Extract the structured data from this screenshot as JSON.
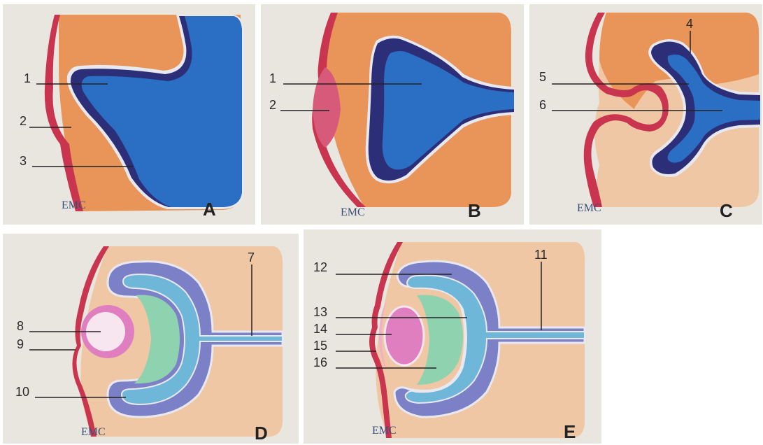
{
  "panels": [
    {
      "id": "A",
      "letter": "A",
      "logo": "EMC",
      "labels": [
        "1",
        "2",
        "3"
      ]
    },
    {
      "id": "B",
      "letter": "B",
      "logo": "EMC",
      "labels": [
        "1",
        "2"
      ]
    },
    {
      "id": "C",
      "letter": "C",
      "logo": "EMC",
      "labels": [
        "4",
        "5",
        "6"
      ]
    },
    {
      "id": "D",
      "letter": "D",
      "logo": "EMC",
      "labels": [
        "7",
        "8",
        "9",
        "10"
      ]
    },
    {
      "id": "E",
      "letter": "E",
      "logo": "EMC",
      "labels": [
        "11",
        "12",
        "13",
        "14",
        "15",
        "16"
      ]
    }
  ],
  "colors": {
    "page_bg": "#ffffff",
    "panel_bg": "#e9e6df",
    "mesenchyme": "#e9955a",
    "mesenchyme_light": "#f0c7a5",
    "ectoderm": "#c9354f",
    "ectoderm_light": "#d85a7a",
    "optic_vesicle": "#2a6fc4",
    "optic_outer": "#2c2f78",
    "outline": "#e8e8f0",
    "retina_outer": "#7b80c7",
    "retina_inner": "#6fb7d9",
    "vitreous": "#8fd2b0",
    "lens": "#e07fbf",
    "lens_light": "#f7e6f0",
    "label_text": "#2a2a2a"
  }
}
